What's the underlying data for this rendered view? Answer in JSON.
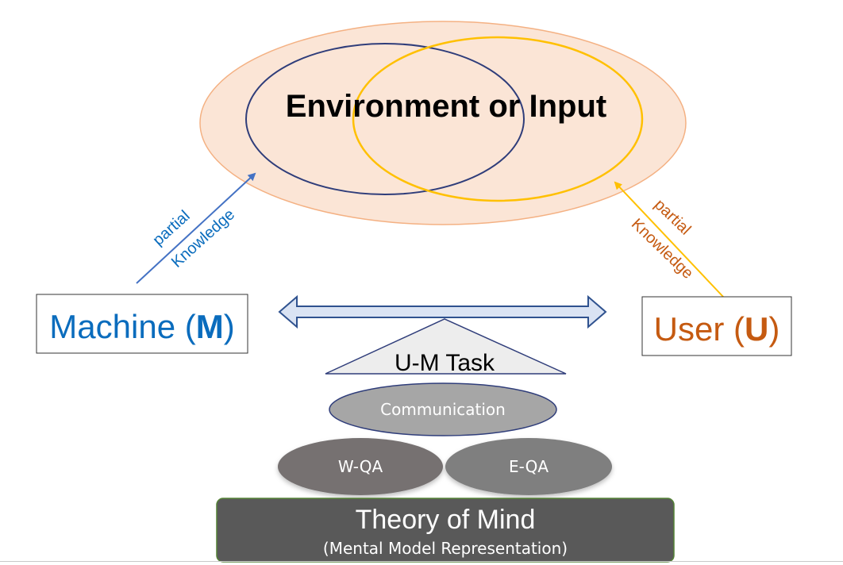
{
  "environment": {
    "title": "Environment or Input"
  },
  "machine": {
    "label": "Machine (",
    "letter": "M",
    "close": ")"
  },
  "user": {
    "label": "User (",
    "letter": "U",
    "close": ")"
  },
  "machine_arrow": {
    "line1": "partial",
    "line2": "Knowledge"
  },
  "user_arrow": {
    "line1": "partial",
    "line2": "Knowledge"
  },
  "task": {
    "label": "U-M Task"
  },
  "communication": {
    "label": "Communication"
  },
  "wqa": {
    "label": "W-QA"
  },
  "eqa": {
    "label": "E-QA"
  },
  "theory": {
    "title": "Theory of Mind",
    "subtitle": "(Mental Model Representation)"
  },
  "colors": {
    "machine_blue": "#0a6cbd",
    "user_orange": "#c55a11",
    "env_fill": "#fbe5d6",
    "env_stroke": "#f4b183",
    "machine_ellipse": "#2f3d7a",
    "user_ellipse": "#ffc000",
    "arrow_fill": "#dae3f3",
    "arrow_stroke": "#2f528f"
  }
}
